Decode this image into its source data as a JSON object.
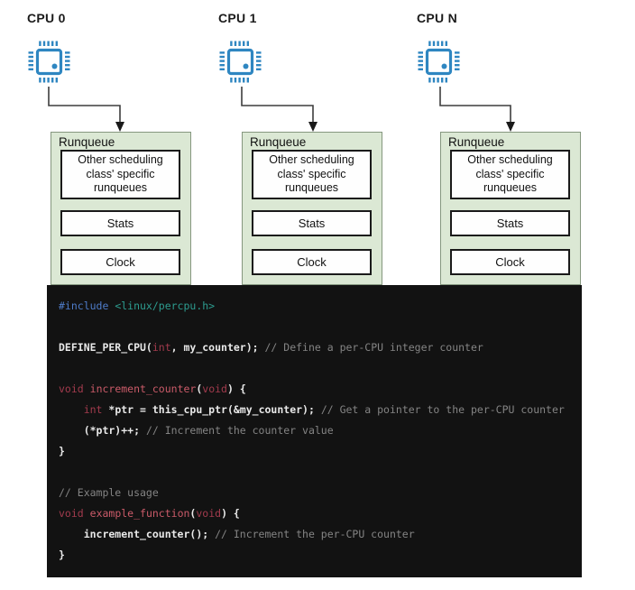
{
  "diagram": {
    "cpus": [
      {
        "label": "CPU 0"
      },
      {
        "label": "CPU 1"
      },
      {
        "label": "CPU N"
      }
    ],
    "runqueue": {
      "title": "Runqueue",
      "scheduling_box": "Other scheduling class' specific runqueues",
      "stats": "Stats",
      "clock": "Clock"
    }
  },
  "colors": {
    "chip_blue": "#2e86c1",
    "runqueue_fill": "#dbe8d4",
    "runqueue_border": "#85977f",
    "inner_box_border": "#1a1a1a",
    "arrow": "#3d3d3d",
    "code_background": "#121212",
    "code_text": "#e9e9e9",
    "code_comment": "#848484",
    "code_keyword": "#a23b4d",
    "code_function": "#cb5b69",
    "code_preprocessor": "#4e7cc9",
    "code_string": "#2d9d90"
  },
  "code": {
    "lines": [
      [
        {
          "t": "#include ",
          "c": "pp"
        },
        {
          "t": "<linux/percpu.h>",
          "c": "str"
        }
      ],
      [],
      [
        {
          "t": "DEFINE_PER_CPU(",
          "c": "plain"
        },
        {
          "t": "int",
          "c": "kw"
        },
        {
          "t": ", my_counter); ",
          "c": "plain"
        },
        {
          "t": "// Define a per-CPU integer counter",
          "c": "cmt"
        }
      ],
      [],
      [
        {
          "t": "void",
          "c": "kw"
        },
        {
          "t": " ",
          "c": "plain"
        },
        {
          "t": "increment_counter",
          "c": "fn"
        },
        {
          "t": "(",
          "c": "plain"
        },
        {
          "t": "void",
          "c": "kw"
        },
        {
          "t": ") {",
          "c": "plain"
        }
      ],
      [
        {
          "t": "    ",
          "c": "plain"
        },
        {
          "t": "int",
          "c": "kw"
        },
        {
          "t": " *ptr = this_cpu_ptr(&my_counter); ",
          "c": "plain"
        },
        {
          "t": "// Get a pointer to the per-CPU counter",
          "c": "cmt"
        }
      ],
      [
        {
          "t": "    (*ptr)++; ",
          "c": "plain"
        },
        {
          "t": "// Increment the counter value",
          "c": "cmt"
        }
      ],
      [
        {
          "t": "}",
          "c": "plain"
        }
      ],
      [],
      [
        {
          "t": "// Example usage",
          "c": "cmt"
        }
      ],
      [
        {
          "t": "void",
          "c": "kw"
        },
        {
          "t": " ",
          "c": "plain"
        },
        {
          "t": "example_function",
          "c": "fn"
        },
        {
          "t": "(",
          "c": "plain"
        },
        {
          "t": "void",
          "c": "kw"
        },
        {
          "t": ") {",
          "c": "plain"
        }
      ],
      [
        {
          "t": "    increment_counter(); ",
          "c": "plain"
        },
        {
          "t": "// Increment the per-CPU counter",
          "c": "cmt"
        }
      ],
      [
        {
          "t": "}",
          "c": "plain"
        }
      ]
    ]
  }
}
